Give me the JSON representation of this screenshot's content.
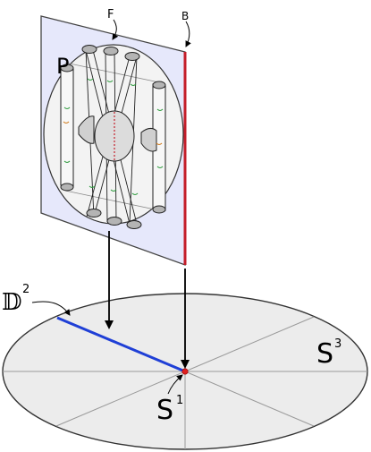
{
  "labels": {
    "P": "P",
    "F": "F",
    "B": "B",
    "D2": "𝔻",
    "D2_exp": "2",
    "S1": "S",
    "S1_exp": "1",
    "S3": "S",
    "S3_exp": "3"
  },
  "colors": {
    "page_fill": "#e6e8fb",
    "page_stroke": "#444444",
    "binding": "#c41e2a",
    "radius": "#1f3fd6",
    "disk_fill": "#ececec",
    "cyl_fill": "#f6f6f6",
    "cap_fill": "#b4b4b4",
    "green": "#2a9a3a",
    "orange": "#d07a1a",
    "red_dot": "#e02020"
  }
}
